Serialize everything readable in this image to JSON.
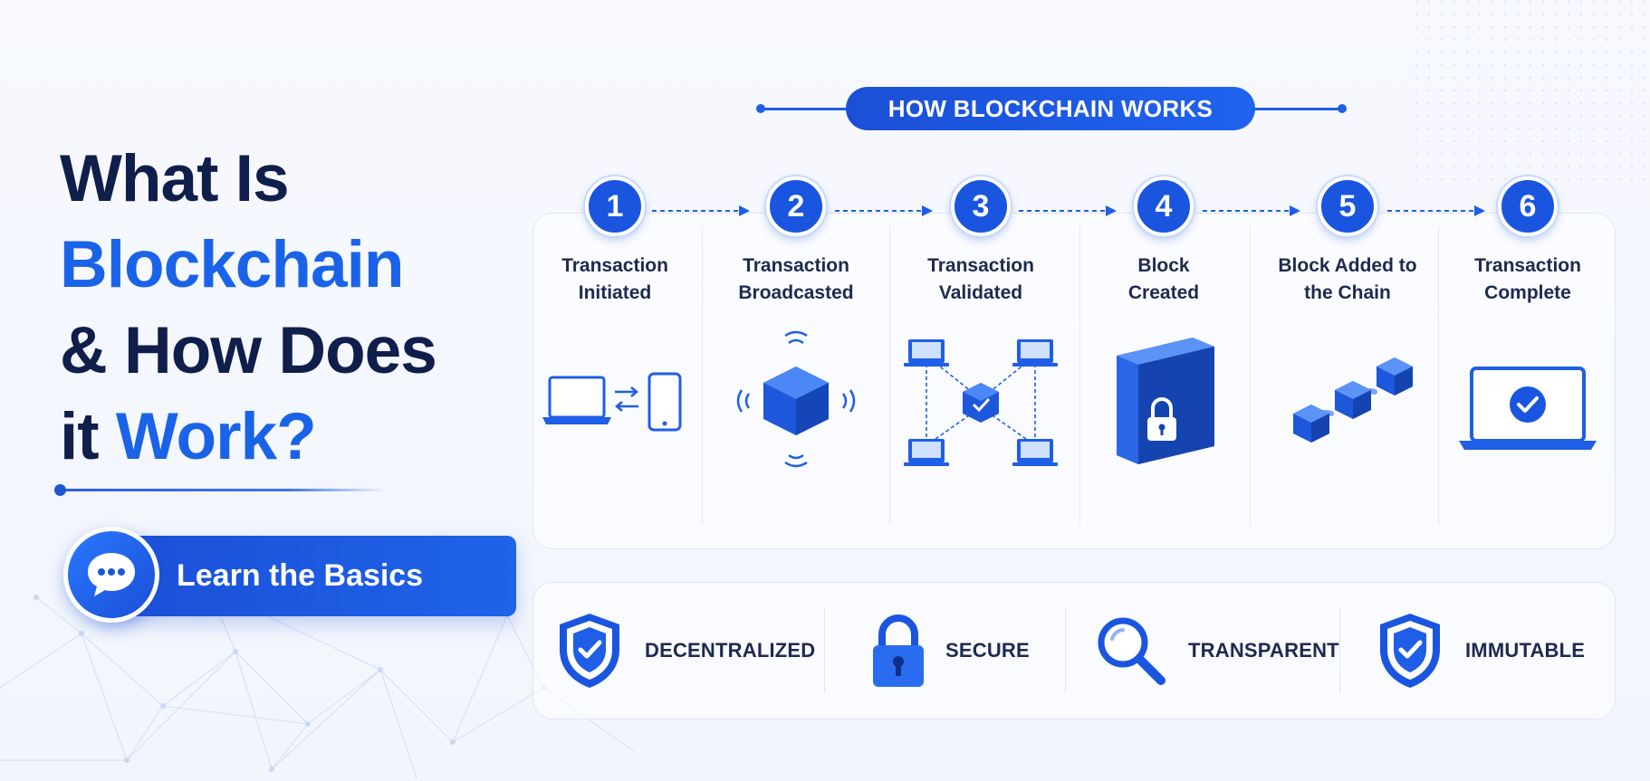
{
  "hero": {
    "line1": "What Is",
    "line2": "Blockchain",
    "line3": "& How Does",
    "line4a": "it",
    "line4b": "Work?"
  },
  "cta": {
    "label": "Learn the Basics",
    "icon": "chat-bubble-icon"
  },
  "header": {
    "badge": "HOW BLOCKCHAIN WORKS"
  },
  "steps": [
    {
      "number": "1",
      "title_line1": "Transaction",
      "title_line2": "Initiated",
      "icon": "laptop-phone-icon"
    },
    {
      "number": "2",
      "title_line1": "Transaction",
      "title_line2": "Broadcasted",
      "icon": "broadcast-cube-icon"
    },
    {
      "number": "3",
      "title_line1": "Transaction",
      "title_line2": "Validated",
      "icon": "network-validation-icon"
    },
    {
      "number": "4",
      "title_line1": "Block",
      "title_line2": "Created",
      "icon": "locked-block-icon"
    },
    {
      "number": "5",
      "title_line1": "Block Added to",
      "title_line2": "the Chain",
      "icon": "chained-blocks-icon"
    },
    {
      "number": "6",
      "title_line1": "Transaction",
      "title_line2": "Complete",
      "icon": "laptop-check-icon"
    }
  ],
  "features": [
    {
      "label": "DECENTRALIZED",
      "icon": "shield-check-icon"
    },
    {
      "label": "SECURE",
      "icon": "padlock-icon"
    },
    {
      "label": "TRANSPARENT",
      "icon": "magnifier-icon"
    },
    {
      "label": "IMMUTABLE",
      "icon": "shield-check-icon"
    }
  ],
  "colors": {
    "primary": "#1a55df",
    "accent": "#1a63e8",
    "navy": "#0f1e4a"
  }
}
